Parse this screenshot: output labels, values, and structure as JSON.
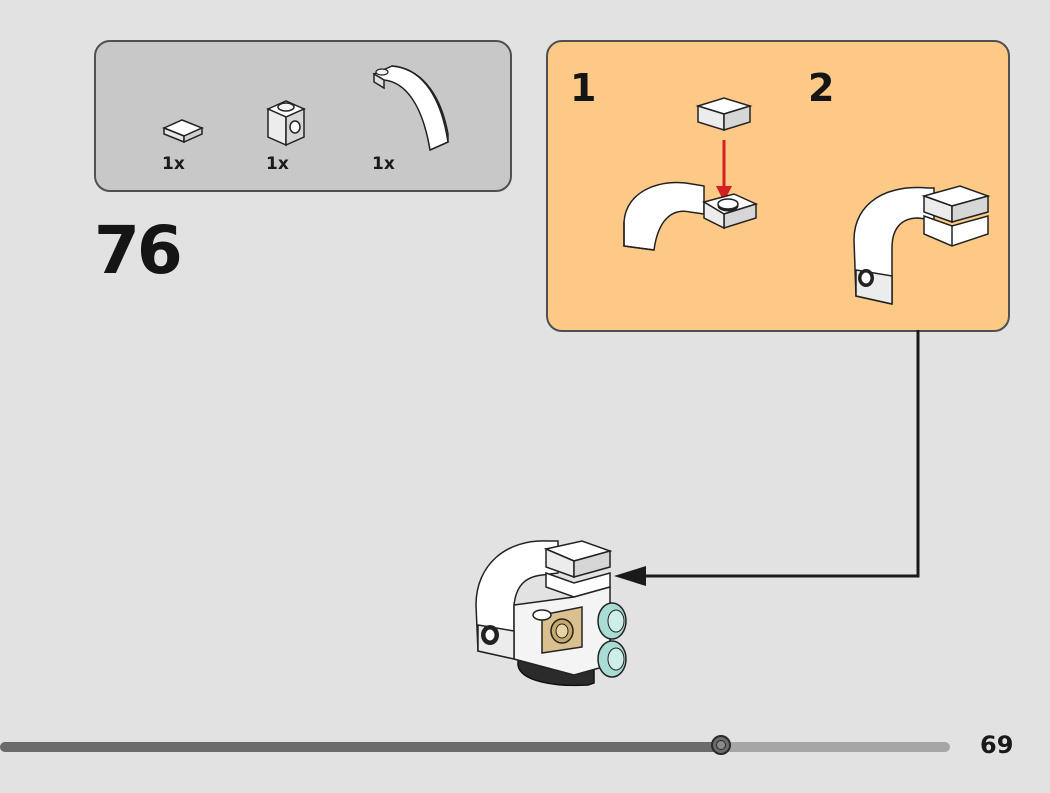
{
  "parts_list": {
    "items": [
      {
        "name": "tile-1x1",
        "quantity": "1x"
      },
      {
        "name": "brick-1x1-stud-side",
        "quantity": "1x"
      },
      {
        "name": "curved-slope-arch",
        "quantity": "1x"
      }
    ]
  },
  "step": {
    "number": "76"
  },
  "sub_assembly": {
    "steps": [
      {
        "number": "1"
      },
      {
        "number": "2"
      }
    ],
    "colors": {
      "background": "#fdc987",
      "arrow": "#d42020"
    }
  },
  "progress": {
    "fraction": 0.76
  },
  "page": {
    "number": "69"
  }
}
